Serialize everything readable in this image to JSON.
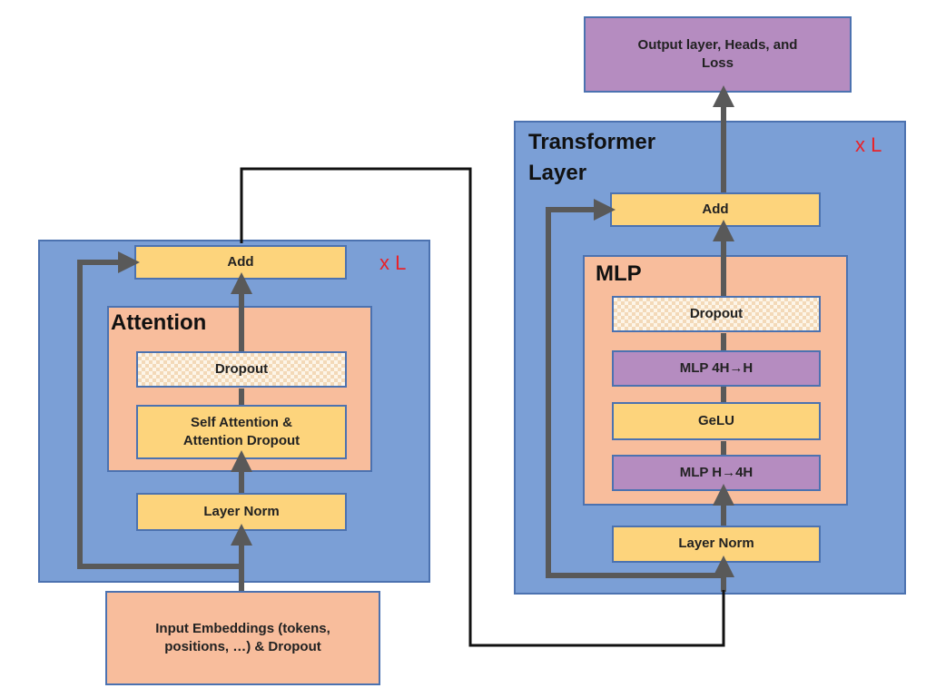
{
  "left": {
    "multiplier": "x L",
    "add": "Add",
    "attention_title": "Attention",
    "dropout": "Dropout",
    "self_attention_line1": "Self Attention &",
    "self_attention_line2": "Attention Dropout",
    "layer_norm": "Layer Norm",
    "input_line1": "Input Embeddings (tokens,",
    "input_line2": "positions, …) & Dropout"
  },
  "right": {
    "output_line1": "Output layer, Heads, and",
    "output_line2": "Loss",
    "title_line1": "Transformer",
    "title_line2": "Layer",
    "multiplier": "x L",
    "add": "Add",
    "mlp_title": "MLP",
    "dropout": "Dropout",
    "mlp_4h_h": "MLP 4H→H",
    "gelu": "GeLU",
    "mlp_h_4h": "MLP H→4H",
    "layer_norm": "Layer Norm"
  },
  "colors": {
    "layer_blue": "#7b9fd6",
    "border_blue": "#4c72b0",
    "peach": "#f8bd9c",
    "yellow": "#fdd47c",
    "purple": "#b58cc0",
    "arrow_gray": "#595959",
    "multiplier_red": "#e8232a"
  }
}
